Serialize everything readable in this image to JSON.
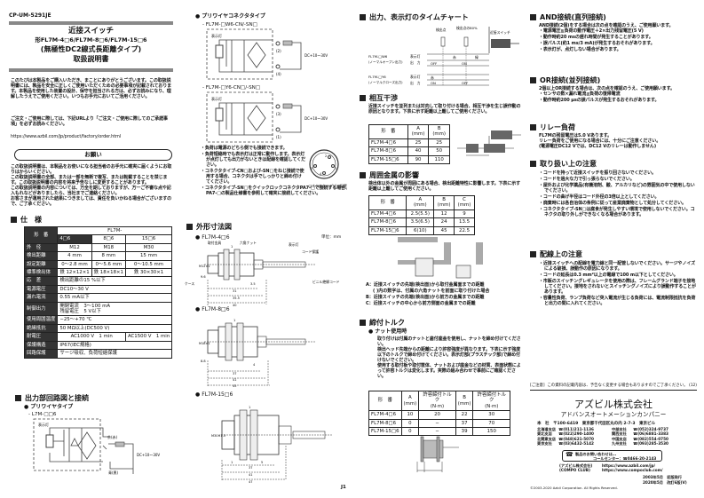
{
  "header": {
    "doc_code": "CP-UM-5291JE",
    "title": "近接スイッチ",
    "models": "形FL7M-4□6/FL7M-8□6/FL7M-15□6",
    "subtitle": "(無極性DC2線式長距離タイプ)",
    "manual": "取扱説明書"
  },
  "intro": {
    "p1": "このたびは本製品をご購入いただき、まことにありがとうございます。この取扱説明書には、製品を安全に正しくご使用いただくための必要事項が記載されております。本製品を使用した装置の設計、保守を担当される方は、必ずお読みになり、理解したうえでご使用ください。いつもお手元においてご活用ください。",
    "p2": "ご注文・ご使用に際しては、下記URLより「ご注文・ご使用に際してのご承諾事項」を必ずお読みください。",
    "url": "https://www.azbil.com/jp/product/factory/order.html"
  },
  "request": {
    "title": "お願い",
    "paragraphs": [
      "この取扱説明書は、本製品をお使いになる担当者のお手元に確実に届くようにお取りはからいください。",
      "この取扱説明書の全部、または一部を無断で複写、または転載することを禁じます。この取扱説明書の内容を将来予告なしに変更することがあります。",
      "この取扱説明書の内容については、万全を期しておりますが、万一ご不審な点や記入もれなどがありましたら、当社までご連絡ください。",
      "お客さまが運用された結果につきましては、責任を負いかねる場合がございますので、ご了承ください。"
    ]
  },
  "spec": {
    "title": "仕　様",
    "model_label": "形　番",
    "series": "FL7M-",
    "cols": [
      "4□6",
      "8□6",
      "15□6"
    ],
    "rows": [
      [
        "外　径",
        "M12",
        "M18",
        "M30"
      ],
      [
        "検出距離",
        "4 mm",
        "8 mm",
        "15 mm"
      ],
      [
        "設定距離",
        "0〜2.8 mm",
        "0〜5.6 mm",
        "0〜10.5 mm"
      ],
      [
        "標準検出体",
        "鉄 12×12×1",
        "鉄 18×18×1",
        "鉄 30×30×1"
      ]
    ],
    "hysteresis": [
      "応　差",
      "検出距離の15 %以下"
    ],
    "voltage": [
      "電源電圧",
      "DC10〜30 V"
    ],
    "leak": [
      "漏れ電流",
      "0.55 mA以下"
    ],
    "output": [
      "制御出力",
      "開閉電流　3〜100 mA",
      "残留電圧　5 V以下"
    ],
    "temp": [
      "使用周囲温度",
      "−25〜+70 ℃"
    ],
    "insulation": [
      "絶縁抵抗",
      "50 MΩ以上(DC500 V)"
    ],
    "withstand": [
      "耐電圧",
      "AC1000 V　1 min",
      "AC1500 V　1 min"
    ],
    "protection": [
      "保護構造",
      "IP67(IEC規格)"
    ],
    "circuit": [
      "回路保護",
      "サージ吸収、負荷短絡保護"
    ]
  },
  "output_circuit": {
    "title": "出力部回路図と接続",
    "prewire": "プリワイヤタイプ",
    "model": "- L7M-□□6",
    "indicator": "表示灯",
    "plus": "茶(赤)",
    "minus": "青(黒)",
    "supply": "DC+10〜30V"
  },
  "connector": {
    "title": "プリワイヤコネクタタイプ",
    "model1": "- FL7M-□W6-CN/-SN□",
    "model2": "- FL7M-□Y6-CN□/-SN□",
    "indicator": "表示灯",
    "pin_a": "(2)",
    "pin_b": "(4)",
    "pin_c": "(3)",
    "pin_d": "(1)",
    "supply": "DC+10〜30V",
    "pins_label": "コネクタタイプピン配置",
    "pins": [
      "1",
      "2",
      "3",
      "4"
    ],
    "notes": [
      "負荷は電源のどちら側でも接続できます。",
      "負荷短絡時でも表示灯は正常に動作します。表示灯が点灯しても出力がないときは配線を確認してください。",
      "コネクタタイプ-CN□および-SN□をねじ接続で使用する場合、コネクタは手でしっかりと締め付けてください。",
      "コネクタタイプ-SN□をクイックロックコネクタPA7-□で接続する場合、PA7-□の製品仕様書を参照して確実に接続してください。"
    ]
  },
  "dimensions": {
    "title": "外形寸法図",
    "unit": "単位：mm",
    "models": [
      "FL7M-4□6",
      "FL7M-8□6",
      "FL7M-15□6"
    ],
    "labels": {
      "bracket": "取付金具",
      "nut": "六角ナット",
      "lamp": "表示灯",
      "cord_protect": "コード保護",
      "case": "ケース",
      "cord": "ビニル絶縁コード"
    },
    "dims4": [
      "1",
      "M12×1",
      "9.6",
      "3.5",
      "31",
      "35.5",
      "40"
    ],
    "dims8": [
      "1",
      "M18×1",
      "8.8",
      "4",
      "37",
      "41",
      "45"
    ],
    "dims15": [
      "1",
      "M30×1.5",
      "1",
      "5",
      "37",
      "41",
      "47"
    ]
  },
  "timechart": {
    "title": "出力、表示灯のタイムチャート",
    "detect": "検出点",
    "percent": "検出点の80%",
    "switch": "近接スイッチ",
    "no_model": "FL7M-□W6",
    "no_type": "(ノーマルオープン出力)",
    "nc_model": "FL7M-□Y6",
    "nc_type": "(ノーマルクローズ出力)",
    "lamp": "表示灯",
    "out": "出　力",
    "red": "赤",
    "green": "緑",
    "off": "OFF",
    "on": "ON"
  },
  "interference": {
    "title": "相互干渉",
    "text": "近接スイッチを並列または対向して取り付ける場合、相互干渉を生じ誤作動の原因となります。下表に示す距離以上離してご使用ください。",
    "headers": [
      "形　番",
      "A\n(mm)",
      "B\n(mm)"
    ],
    "rows": [
      [
        "FL7M-4□6",
        "25",
        "25"
      ],
      [
        "FL7M-8□6",
        "40",
        "50"
      ],
      [
        "FL7M-15□6",
        "90",
        "110"
      ]
    ]
  },
  "metal": {
    "title": "周囲金属の影響",
    "text": "検出体以外の金属が周囲にある場合、検出距離特性に影響します。下表に示す距離以上離してご使用ください。",
    "headers": [
      "形　番",
      "A\n(mm)",
      "B\n(mm)",
      "C\n(mm)"
    ],
    "rows": [
      [
        "FL7M-4□6",
        "2.5(5.5)",
        "12",
        "9"
      ],
      [
        "FL7M-8□6",
        "3.5(6.5)",
        "24",
        "13.5"
      ],
      [
        "FL7M-15□6",
        "6(10)",
        "45",
        "22.5"
      ]
    ],
    "notes": [
      "A：近接スイッチの先端(検出面)から取付金属面までの距離",
      "( )内の数字は、付属の六角ナットを前面に取り付けた場合",
      "B：近接スイッチの先端(検出面)から前方の金属までの距離",
      "C：近接スイッチの中心から前方側面の金属までの距離"
    ]
  },
  "torque": {
    "title": "締付トルク",
    "nut": "ナット使用時",
    "text": [
      "取り付けは付属のナットと歯付座金を使用し、ナットを締め付けてください。",
      "検出ヘッド先端からの距離により許容強度が異なります。下表に示す強度以下のトルクで締め付けてください。表示灯部(プラスチック部)で締め付けないでください。",
      "使用する取付板や取付筐体、ナットおよび座金などの材質、表面状態によって許容トルクは変化します。実際の組み合わせで事前にご確認ください。"
    ],
    "headers": [
      "形　番",
      "A\n(mm)",
      "許容締付トルク\n(N·m)",
      "B\n(mm)",
      "許容締付トルク\n(N·m)"
    ],
    "rows": [
      [
        "FL7M-4□6",
        "10",
        "20",
        "22",
        "30"
      ],
      [
        "FL7M-8□6",
        "0",
        "−",
        "37",
        "70"
      ],
      [
        "FL7M-15□6",
        "0",
        "−",
        "39",
        "150"
      ]
    ]
  },
  "and": {
    "title": "AND接続(直列接続)",
    "text": "AND接続(2個)をする場合は次の点を確認のうえ、ご使用願います。",
    "items": [
      "電源電圧≧負荷の動作電圧＋2×出力残留電圧(5 V)",
      "動作時約20 msの遅れ時間が発生することがあります。",
      "誤パルス(約1 ms/3 mA)が発生するおそれがあります。",
      "表示灯が、点灯しない場合があります。"
    ]
  },
  "or": {
    "title": "OR接続(並列接続)",
    "text": "2個以上OR接続する場合は、次の点を確認のうえ、ご使用願います。",
    "items": [
      "センサの数×漏れ電流≦負荷の復帰電流",
      "動作時約200 μsの誤パルスが発生するおそれがあります。"
    ]
  },
  "relay": {
    "title": "リレー負荷",
    "text": [
      "FL7Mの残留電圧は5.0 Vあります。",
      "リレー負荷をご使用になる場合には、十分にご注意ください。",
      "(電源電圧DC12 Vでは、DC12 Vのリレーは動作しません)"
    ]
  },
  "handling": {
    "title": "取り扱い上の注意",
    "items": [
      "コードを持って近接スイッチを振り回さないでください。",
      "コードを過大な力で引っ張らないでください。",
      "屋外および化学薬品(有機溶剤、酸、アルカリなど)の雰囲気の中で使用しないでください。",
      "コードの曲げ半径はコード外径の3倍以上としてください。",
      "廃棄時には各自治体の条例に従って産業廃棄物として処分してください。",
      "コネクタタイプ-SN□は腐食が発生しやすい環境で使用しないでください。コネクタの取り外しができなくなる場合があります。"
    ]
  },
  "wiring": {
    "title": "配線上の注意",
    "items": [
      "近接スイッチへの配線を電力線と同一配管しないでください。サージやノイズによる破損、誤動作の原因になります。",
      "コードの延長は0.3 mm²以上の電線で100 m以下としてください。",
      "市販のスイッチングレギュレータを使用の際は、フレームグランド端子を接地してください。接地をされないとスイッチングノイズにより誤動作することがあります。",
      "容量性負荷、ランプ負荷など突入電流が生じる負荷には、電流制限抵抗を負荷と出力の間に入れてください。"
    ]
  },
  "notice": {
    "label": "[ご注意]",
    "text": "この資料の記載内容は、予告なく変更する場合もありますのでご了承ください。",
    "mark": "(12)"
  },
  "company": {
    "name": "アズビル株式会社",
    "division": "アドバンスオートメーションカンパニー",
    "hq": "本　社　〒100-6419　東京都千代田区丸の内 2-7-3　東京ビル",
    "branches": [
      [
        "北海道支店",
        "☎(011)211-1136"
      ],
      [
        "中部支社",
        "☎(052)324-9737"
      ],
      [
        "東北支店",
        "☎(022)290-1400"
      ],
      [
        "関西支社",
        "☎(06)6881-3383"
      ],
      [
        "北関東支店",
        "☎(048)621-5070"
      ],
      [
        "中国支店",
        "☎(082)554-0750"
      ],
      [
        "東京支社",
        "☎(03)6432-5142"
      ],
      [
        "九州支社",
        "☎(093)285-3530"
      ]
    ],
    "contact": "製品のお問い合わせは…",
    "callcenter": "コールセンター：☎0466-20-2143",
    "azbil_label": "(アズビル株式会社)",
    "azbil_url": "https://www.azbil.com/jp/",
    "compo_label": "(COMPO CLUB)",
    "compo_url": "https://www.compoclub.com/",
    "copyright": "©2003-2020 Azbil Corporation. All Rights Reserved.",
    "issue1": "2003年5月　初版発行",
    "issue2": "2020年5月　改訂6版(V)"
  },
  "page": "J1"
}
